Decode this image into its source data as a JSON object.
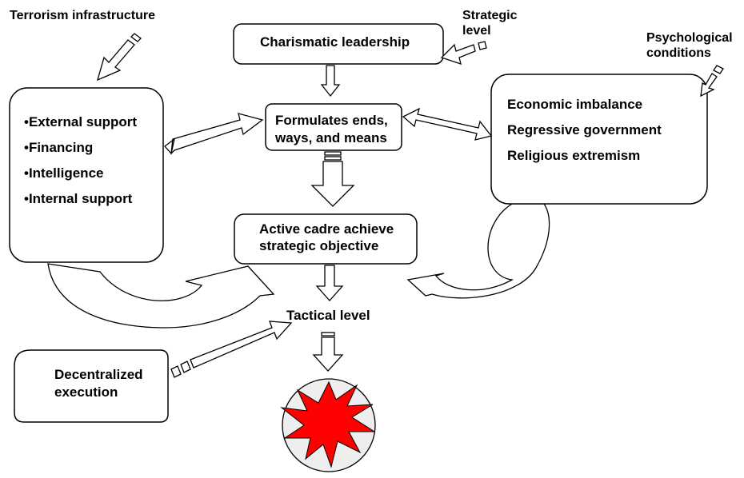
{
  "labels": {
    "terrorism_infrastructure": "Terrorism infrastructure",
    "strategic_level_1": "Strategic",
    "strategic_level_2": "level",
    "psychological_1": "Psychological",
    "psychological_2": "conditions",
    "tactical_level": "Tactical level"
  },
  "boxes": {
    "charismatic_leadership": "Charismatic leadership",
    "formulates_1": "Formulates ends,",
    "formulates_2": "ways, and means",
    "active_cadre_1": "Active cadre achieve",
    "active_cadre_2": "strategic objective",
    "decentralized_1": "Decentralized",
    "decentralized_2": "execution"
  },
  "infrastructure_items": [
    "•External support",
    "•Financing",
    "•Intelligence",
    "•Internal support"
  ],
  "conditions_items": [
    "Economic imbalance",
    "Regressive government",
    "Religious extremism"
  ],
  "colors": {
    "explosion_fill": "#ff0000",
    "explosion_circle": "#eeeeee",
    "stroke": "#000000",
    "background": "#ffffff"
  }
}
